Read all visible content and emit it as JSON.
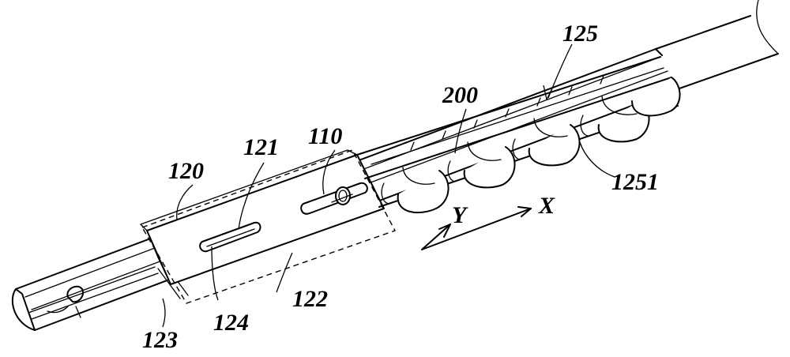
{
  "figure": {
    "labels": {
      "l120": "120",
      "l121": "121",
      "l110": "110",
      "l200": "200",
      "l125": "125",
      "l1251": "1251",
      "l122": "122",
      "l123": "123",
      "l124": "124",
      "axis_x": "X",
      "axis_y": "Y"
    }
  }
}
